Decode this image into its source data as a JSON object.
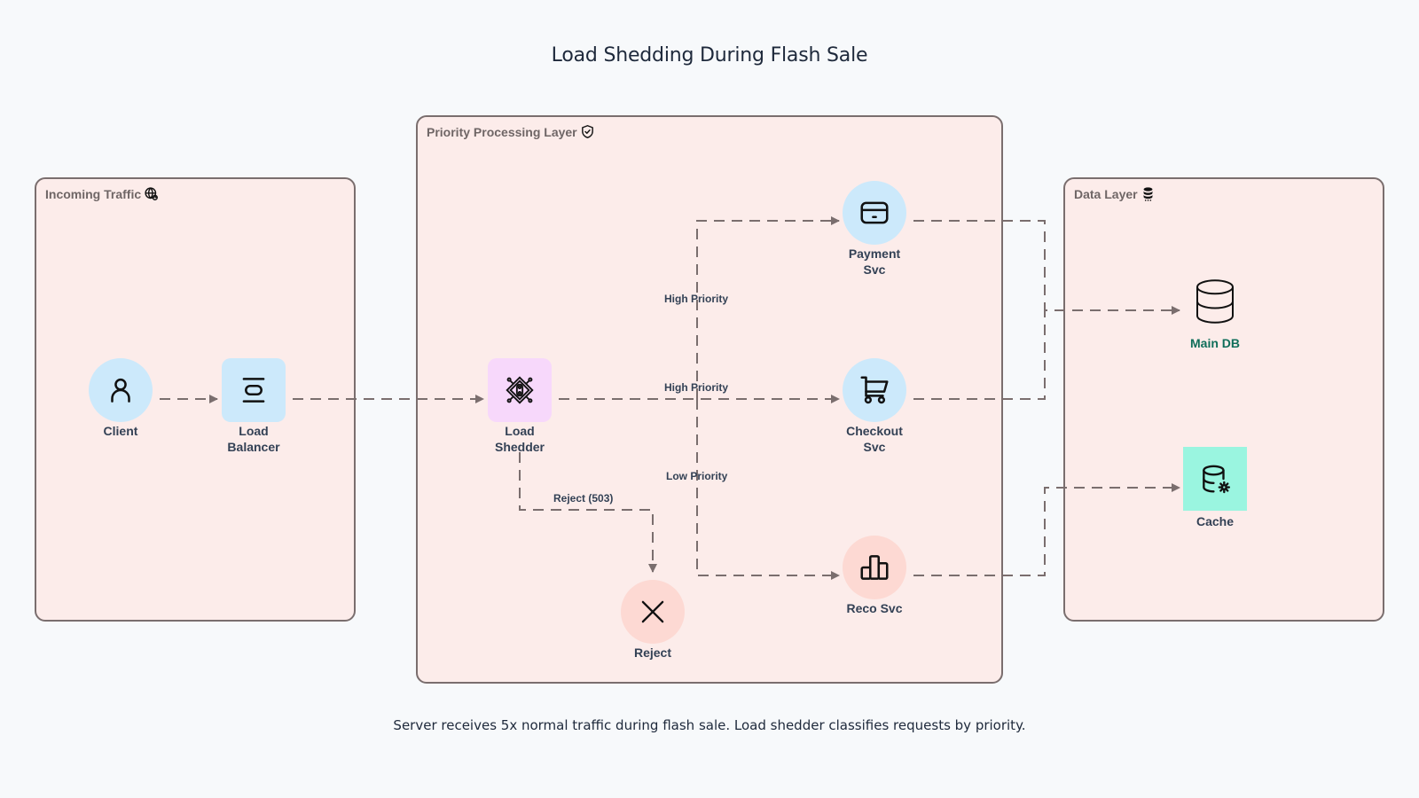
{
  "title": "Load Shedding During Flash Sale",
  "caption": "Server receives 5x normal traffic during flash sale. Load shedder classifies requests by priority.",
  "groups": {
    "incoming": {
      "label": "Incoming Traffic",
      "icon": "globe-icon"
    },
    "priority": {
      "label": "Priority Processing Layer",
      "icon": "shield-check-icon"
    },
    "data": {
      "label": "Data Layer",
      "icon": "database-icon"
    }
  },
  "nodes": {
    "client": {
      "label": "Client",
      "icon": "user-icon",
      "color": "#cce9fb"
    },
    "load_balancer": {
      "label": "Load Balancer",
      "icon": "load-balancer-icon",
      "color": "#cce9fb"
    },
    "load_shedder": {
      "label": "Load Shedder",
      "icon": "network-diamond-icon",
      "color": "#f7d8fb"
    },
    "payment": {
      "label": "Payment Svc",
      "icon": "credit-card-icon",
      "color": "#cce9fb"
    },
    "checkout": {
      "label": "Checkout Svc",
      "icon": "shopping-cart-icon",
      "color": "#cce9fb"
    },
    "reco": {
      "label": "Reco Svc",
      "icon": "bar-chart-icon",
      "color": "#fdd9d3"
    },
    "reject": {
      "label": "Reject",
      "icon": "x-icon",
      "color": "#fdd9d3"
    },
    "main_db": {
      "label": "Main DB",
      "icon": "database-cylinder-icon",
      "color": "none",
      "label_color": "#0f6e5a"
    },
    "cache": {
      "label": "Cache",
      "icon": "database-gear-icon",
      "color": "#9af5e0"
    }
  },
  "edges": [
    {
      "from": "Client",
      "to": "Load Balancer",
      "label": ""
    },
    {
      "from": "Load Balancer",
      "to": "Load Shedder",
      "label": ""
    },
    {
      "from": "Load Shedder",
      "to": "Payment Svc",
      "label": "High Priority"
    },
    {
      "from": "Load Shedder",
      "to": "Checkout Svc",
      "label": "High Priority"
    },
    {
      "from": "Load Shedder",
      "to": "Reco Svc",
      "label": "Low Priority"
    },
    {
      "from": "Load Shedder",
      "to": "Reject",
      "label": "Reject (503)"
    },
    {
      "from": "Payment Svc",
      "to": "Main DB",
      "label": ""
    },
    {
      "from": "Checkout Svc",
      "to": "Main DB",
      "label": ""
    },
    {
      "from": "Reco Svc",
      "to": "Cache",
      "label": ""
    }
  ],
  "colors": {
    "edge": "#7a6e6e",
    "group_fill": "#fcecea",
    "background": "#f7f9fb"
  }
}
